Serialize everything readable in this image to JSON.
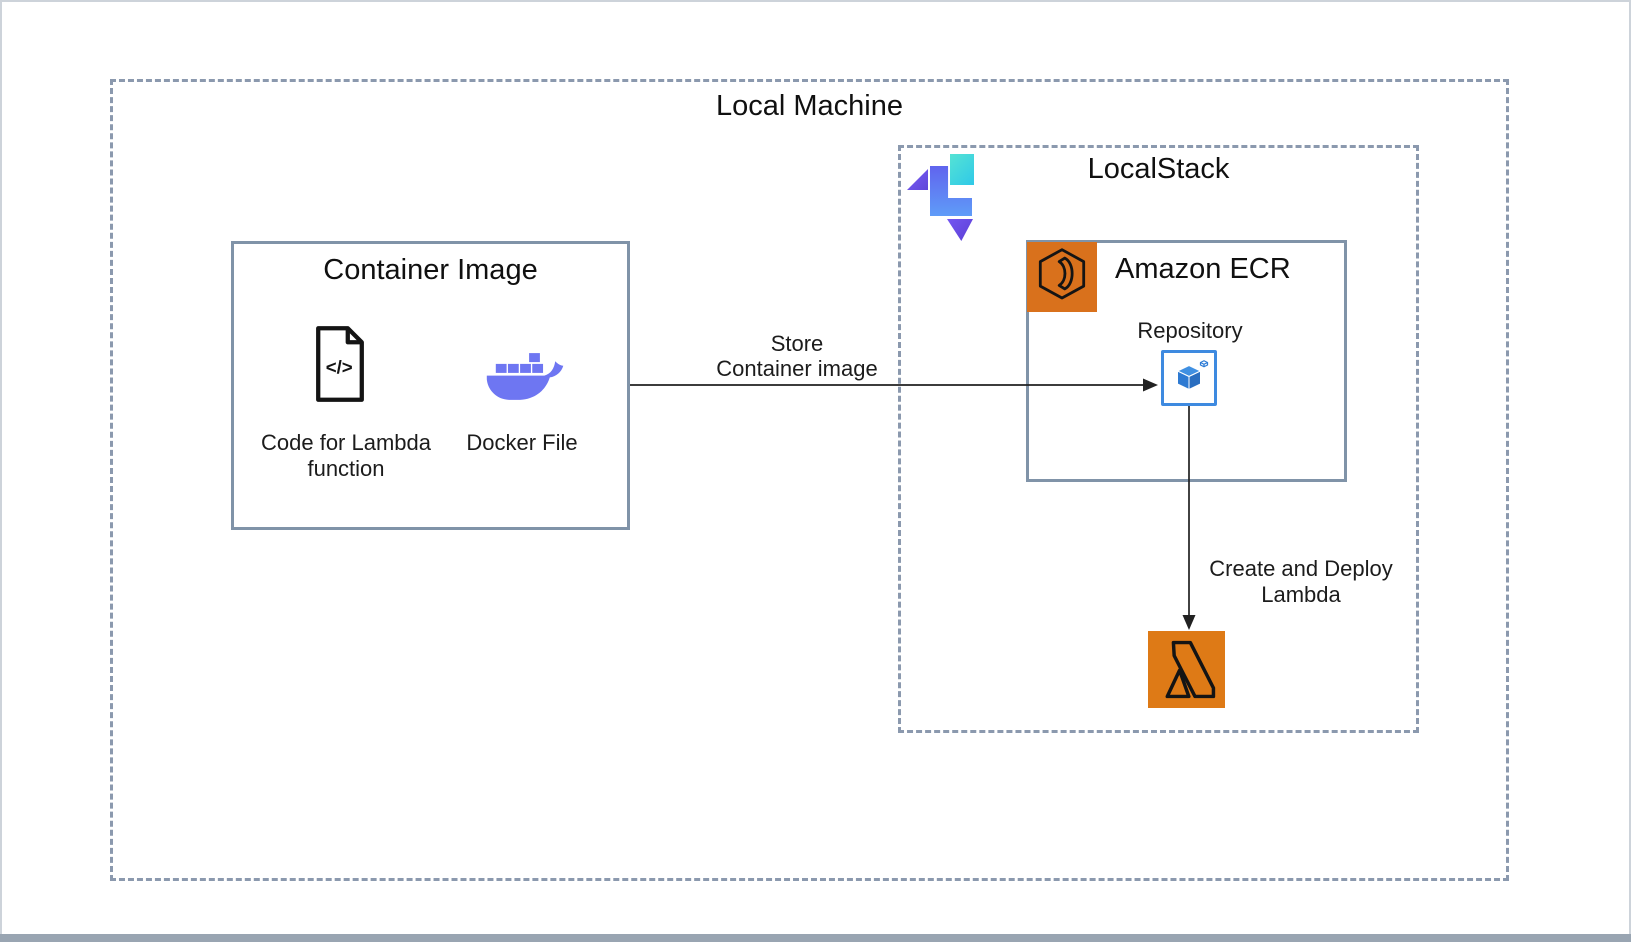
{
  "local_machine": {
    "title": "Local Machine"
  },
  "container_image": {
    "title": "Container Image",
    "code_label_lines": [
      "Code for Lambda",
      "function"
    ],
    "docker_label": "Docker File"
  },
  "store_arrow": {
    "lines": [
      "Store",
      "Container image"
    ]
  },
  "localstack": {
    "title": "LocalStack"
  },
  "ecr": {
    "title": "Amazon ECR",
    "repository_label": "Repository"
  },
  "deploy_arrow": {
    "lines": [
      "Create and Deploy",
      "Lambda"
    ]
  },
  "icons": {
    "code_file": {
      "name": "code-file-icon",
      "glyph": "</>"
    },
    "docker": {
      "name": "docker-whale-icon"
    },
    "localstack_logo": {
      "name": "localstack-logo-icon"
    },
    "ecr_service": {
      "name": "ecr-service-icon"
    },
    "repository": {
      "name": "ecr-repository-icon"
    },
    "lambda": {
      "name": "lambda-icon",
      "glyph": "λ"
    }
  },
  "colors": {
    "dashed_border": "#8B99AE",
    "solid_border": "#8093A8",
    "ecr_orange": "#D9711C",
    "lambda_orange": "#DE7A16",
    "docker_indigo": "#6E76F2",
    "repo_blue": "#2E7CD6",
    "repo_border_blue": "#3E8AE0",
    "localstack_cyan": "#45D8DC",
    "localstack_purple": "#6D4EE8",
    "localstack_blue": "#5F8FF5",
    "arrow": "#212121"
  }
}
